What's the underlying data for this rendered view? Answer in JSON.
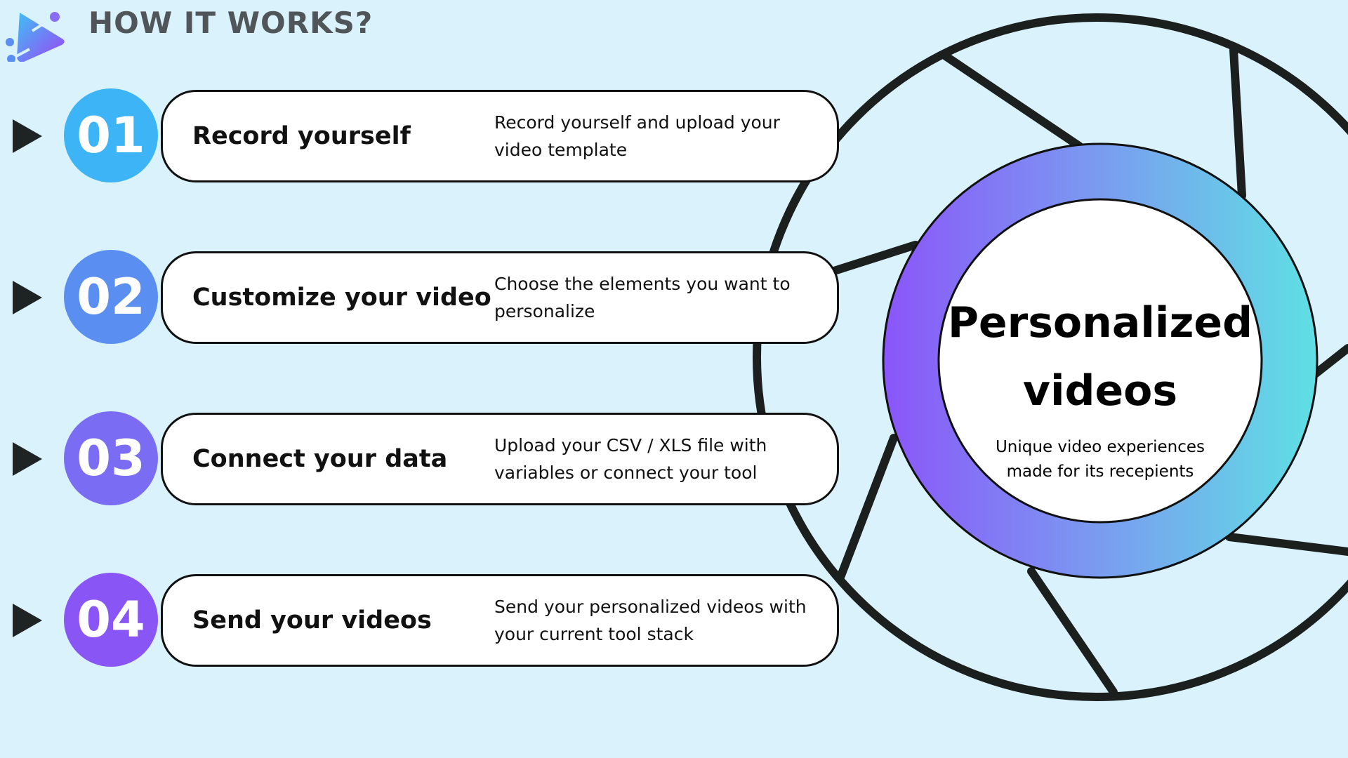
{
  "header": {
    "title": "HOW IT WORKS?",
    "logo_icon": "play-network-logo-icon"
  },
  "steps": [
    {
      "number": "01",
      "title": "Record yourself",
      "description": "Record yourself and upload your video template",
      "color": "#3db4f5"
    },
    {
      "number": "02",
      "title": "Customize your video",
      "description": "Choose the elements you want to personalize",
      "color": "#5a8ef0"
    },
    {
      "number": "03",
      "title": "Connect your data",
      "description": "Upload your CSV / XLS file with variables or connect your tool",
      "color": "#7a6cf3"
    },
    {
      "number": "04",
      "title": "Send your videos",
      "description": "Send your personalized videos with your current tool stack",
      "color": "#8a55f5"
    }
  ],
  "center": {
    "line1": "Personalized",
    "line2": "videos",
    "subtitle": "Unique video experiences made for its recepients",
    "gradient_start": "#8b55fa",
    "gradient_end": "#5fe0e4"
  },
  "colors": {
    "background": "#d9f2fc",
    "outline": "#1b1f1e",
    "title": "#4f5558"
  }
}
